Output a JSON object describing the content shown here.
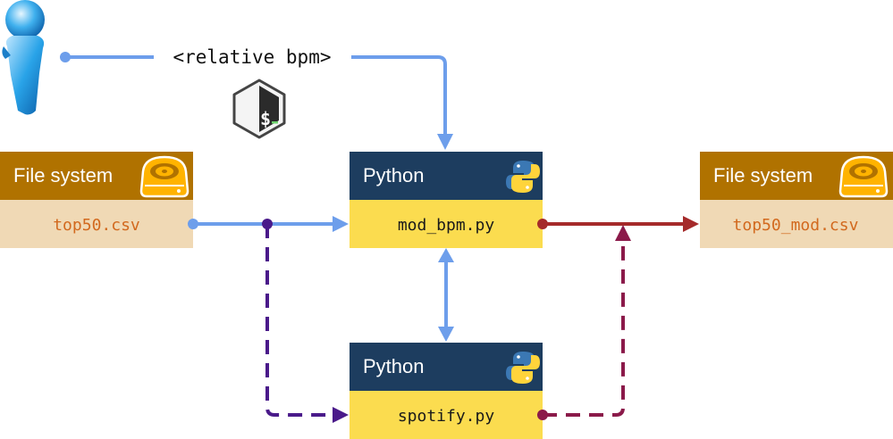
{
  "colors": {
    "filesystem_header": "#b07200",
    "filesystem_body": "#f0d9b5",
    "python_header": "#1d3d5f",
    "python_body": "#fbdc4f",
    "arrow_blue": "#6d9eeb",
    "arrow_red": "#a52a2a",
    "arrow_purple": "#4a1a8a",
    "arrow_crimson": "#8b1a4a"
  },
  "user": {
    "icon": "user-icon"
  },
  "input_label": "<relative bpm>",
  "shell": {
    "icon": "bash-shell-icon"
  },
  "nodes": {
    "fs_in": {
      "header": "File system",
      "body": "top50.csv",
      "icon": "hard-disk-icon"
    },
    "mod_bpm": {
      "header": "Python",
      "body": "mod_bpm.py",
      "icon": "python-logo-icon"
    },
    "spotify": {
      "header": "Python",
      "body": "spotify.py",
      "icon": "python-logo-icon"
    },
    "fs_out": {
      "header": "File system",
      "body": "top50_mod.csv",
      "icon": "hard-disk-icon"
    }
  }
}
